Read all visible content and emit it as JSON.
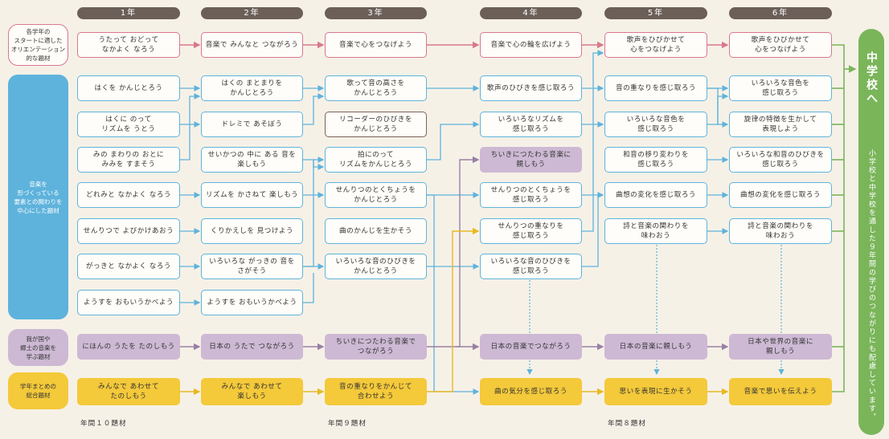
{
  "headers": [
    "1年",
    "2年",
    "3年",
    "4年",
    "5年",
    "6年"
  ],
  "categories": {
    "orientation": "各学年の\nスタートに適した\nオリエンテーション\n的な題材",
    "elements": "音楽を\n形づくっている\n要素との関わりを\n中心にした題材",
    "japanese": "我が国や\n郷土の音楽を\n学ぶ題材",
    "summary": "学年まとめの\n総合題材"
  },
  "grade1": {
    "orientation": "うたって おどって\nなかよく なろう",
    "e1": "はくを かんじとろう",
    "e2": "はくに のって\nリズムを うとう",
    "e3": "みの まわりの おとに\nみみを すまそう",
    "e4": "どれみと なかよく なろう",
    "e5": "せんりつで よびかけあおう",
    "e6": "がっきと なかよく なろう",
    "e7": "ようすを おもいうかべよう",
    "japanese": "にほんの うたを たのしもう",
    "summary": "みんなで あわせて\nたのしもう"
  },
  "grade2": {
    "orientation": "音楽で みんなと つながろう",
    "e1": "はくの まとまりを\nかんじとろう",
    "e2": "ドレミで あそぼう",
    "e3": "せいかつの 中に ある 音を\n楽しもう",
    "e4": "リズムを かさねて 楽しもう",
    "e5": "くりかえしを 見つけよう",
    "e6": "いろいろな がっきの 音を\nさがそう",
    "e7": "ようすを おもいうかべよう",
    "japanese": "日本の うたで つながろう",
    "summary": "みんなで あわせて\n楽しもう"
  },
  "grade3": {
    "orientation": "音楽で心をつなげよう",
    "e1": "歌って音の高さを\nかんじとろう",
    "e2": "リコーダーのひびきを\nかんじとろう",
    "e3": "拍にのって\nリズムをかんじとろう",
    "e4": "せんりつのとくちょうを\nかんじとろう",
    "e5": "曲のかんじを生かそう",
    "e6": "いろいろな音のひびきを\nかんじとろう",
    "japanese": "ちいきにつたわる音楽で\nつながろう",
    "summary": "音の重なりをかんじて\n合わせよう"
  },
  "grade4": {
    "orientation": "音楽で心の輪を広げよう",
    "e1": "歌声のひびきを感じ取ろう",
    "e2": "いろいろなリズムを\n感じ取ろう",
    "e3": "ちいきにつたわる音楽に\n親しもう",
    "e4": "せんりつのとくちょうを\n感じ取ろう",
    "e5": "せんりつの重なりを\n感じ取ろう",
    "e6": "いろいろな音のひびきを\n感じ取ろう",
    "japanese": "日本の音楽でつながろう",
    "summary": "曲の気分を感じ取ろう"
  },
  "grade5": {
    "orientation": "歌声をひびかせて\n心をつなげよう",
    "e1": "音の重なりを感じ取ろう",
    "e2": "いろいろな音色を\n感じ取ろう",
    "e3": "和音の移り変わりを\n感じ取ろう",
    "e4": "曲想の変化を感じ取ろう",
    "e5": "詩と音楽の関わりを\n味わおう",
    "japanese": "日本の音楽に親しもう",
    "summary": "思いを表現に生かそう"
  },
  "grade6": {
    "orientation": "歌声をひびかせて\n心をつなげよう",
    "e1": "いろいろな音色を\n感じ取ろう",
    "e2": "旋律の特徴を生かして\n表現しよう",
    "e3": "いろいろな和音のひびきを\n感じ取ろう",
    "e4": "曲想の変化を感じ取ろう",
    "e5": "詩と音楽の関わりを\n味わおう",
    "japanese": "日本や世界の音楽に\n親しもう",
    "summary": "音楽で思いを伝えよう"
  },
  "counts": {
    "g12": "年間１０題材",
    "g34": "年間９題材",
    "g56": "年間８題材"
  },
  "junior_high": {
    "title": "中学校へ",
    "note": "小学校と中学校を通した９年間の学びのつながりにも配慮しています。"
  },
  "colors": {
    "pink": "#d9778e",
    "blue": "#5eb3dc",
    "purple": "#cdb9d4",
    "yellow": "#f4c93a",
    "green": "#7ab55a",
    "brown": "#6b5f58"
  }
}
